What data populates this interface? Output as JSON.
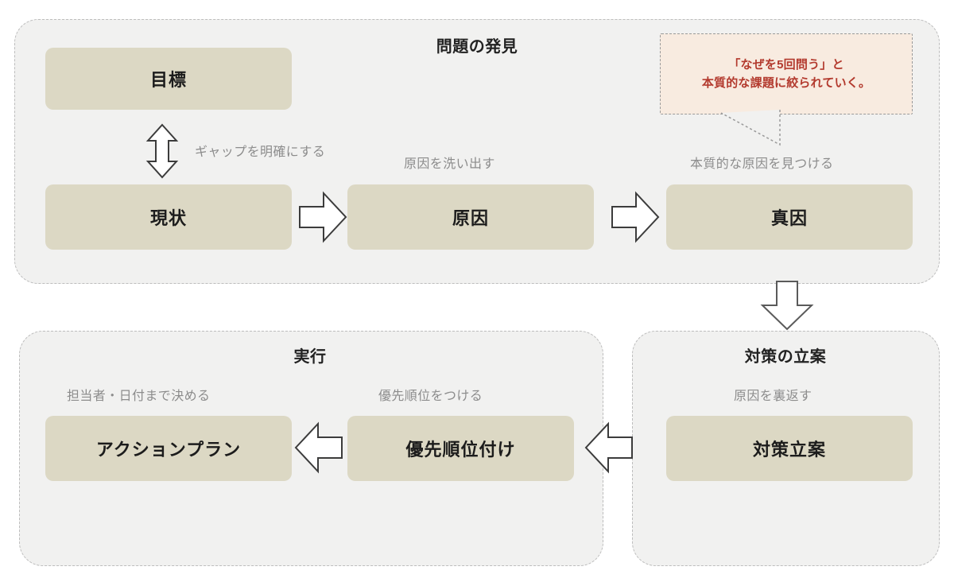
{
  "diagram": {
    "title_semantics": "problem-solving-flow",
    "colors": {
      "panel_bg": "#f1f1f0",
      "panel_border": "#bdbdbd",
      "node_bg": "#dcd8c4",
      "node_text": "#1c1c1c",
      "caption_text": "#8c8c8c",
      "callout_bg": "#f8ebe0",
      "callout_text": "#b33a2e",
      "arrow_fill": "#ffffff",
      "arrow_stroke": "#3c3c3c"
    }
  },
  "panels": {
    "discovery": {
      "title": "問題の発見"
    },
    "execution": {
      "title": "実行"
    },
    "planning": {
      "title": "対策の立案"
    }
  },
  "nodes": {
    "goal": {
      "label": "目標"
    },
    "current": {
      "label": "現状"
    },
    "cause": {
      "label": "原因"
    },
    "root_cause": {
      "label": "真因"
    },
    "action": {
      "label": "アクションプラン"
    },
    "priority": {
      "label": "優先順位付け"
    },
    "measure": {
      "label": "対策立案"
    }
  },
  "captions": {
    "gap": "ギャップを明確にする",
    "list_up": "原因を洗い出す",
    "essential": "本質的な原因を見つける",
    "owner": "担当者・日付まで決める",
    "priority": "優先順位をつける",
    "reverse": "原因を裏返す"
  },
  "callout": {
    "text": "「なぜを5回問う」と\n本質的な課題に絞られていく。"
  },
  "arrows": {
    "goal_current": {
      "icon": "double-arrow-vertical-icon",
      "direction": "up-down"
    },
    "current_cause": {
      "icon": "arrow-right-icon",
      "direction": "right"
    },
    "cause_root": {
      "icon": "arrow-right-icon",
      "direction": "right"
    },
    "down_planning": {
      "icon": "arrow-down-icon",
      "direction": "down"
    },
    "measure_prio": {
      "icon": "arrow-left-icon",
      "direction": "left"
    },
    "prio_action": {
      "icon": "arrow-left-icon",
      "direction": "left"
    }
  }
}
